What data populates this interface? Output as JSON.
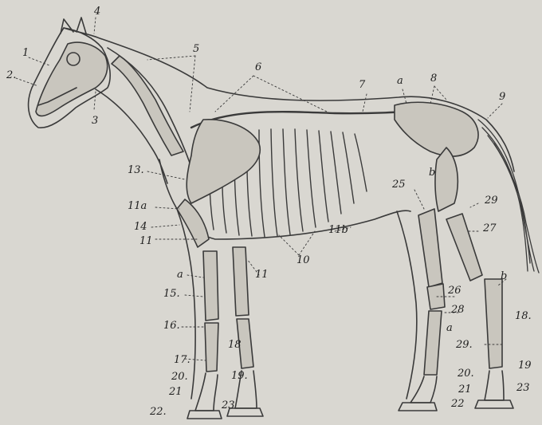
{
  "labels": {
    "l1": "1",
    "l2": "2.",
    "l3": "3",
    "l4": "4",
    "l5": "5",
    "l6": "6",
    "l7": "7",
    "l8": "8",
    "l9": "9",
    "l10": "10",
    "l11a": "11a",
    "l11": "11",
    "l11_b": "11",
    "l11b": "11b",
    "l13": "13.",
    "l14": "14",
    "l15": "15.",
    "l16": "16.",
    "l17": "17.",
    "l18": "18",
    "l18_r": "18.",
    "l19": "19.",
    "l19_r": "19",
    "l20": "20.",
    "l20_r": "20.",
    "l21": "21",
    "l21_r": "21",
    "l22": "22.",
    "l22_r": "22",
    "l23": "23",
    "l23_r": "23",
    "l25": "25",
    "l26": "26",
    "l27": "27",
    "l28": "28",
    "l29": "29",
    "l29_r": "29.",
    "la_front": "a",
    "la_hind": "a",
    "la_top": "a",
    "lb_right": "b",
    "lb_hip": "b"
  },
  "colors": {
    "paper": "#d9d7d1",
    "ink": "#2a2a2a",
    "bone_fill": "#c9c6be"
  }
}
